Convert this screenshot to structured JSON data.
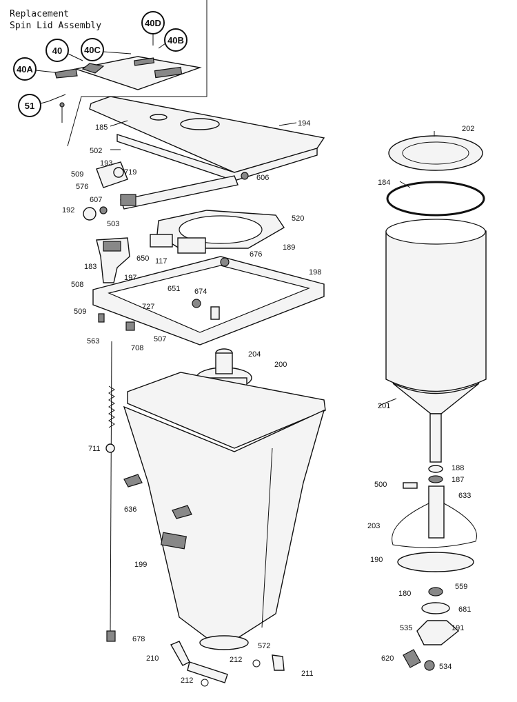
{
  "heading": {
    "line1": "Replacement",
    "line2": "Spin Lid Assembly"
  },
  "circled_labels": [
    {
      "id": "40D",
      "text": "40D"
    },
    {
      "id": "40B",
      "text": "40B"
    },
    {
      "id": "40",
      "text": "40"
    },
    {
      "id": "40C",
      "text": "40C"
    },
    {
      "id": "40A",
      "text": "40A"
    },
    {
      "id": "51",
      "text": "51"
    }
  ],
  "part_labels": [
    "185",
    "194",
    "502",
    "193",
    "719",
    "509",
    "576",
    "606",
    "607",
    "192",
    "503",
    "520",
    "189",
    "117",
    "676",
    "183",
    "650",
    "197",
    "198",
    "508",
    "651",
    "674",
    "727",
    "509",
    "507",
    "563",
    "708",
    "204",
    "200",
    "711",
    "636",
    "199",
    "678",
    "210",
    "572",
    "212",
    "211",
    "212",
    "202",
    "184",
    "201",
    "188",
    "500",
    "187",
    "633",
    "203",
    "190",
    "559",
    "180",
    "681",
    "535",
    "191",
    "620",
    "534"
  ]
}
